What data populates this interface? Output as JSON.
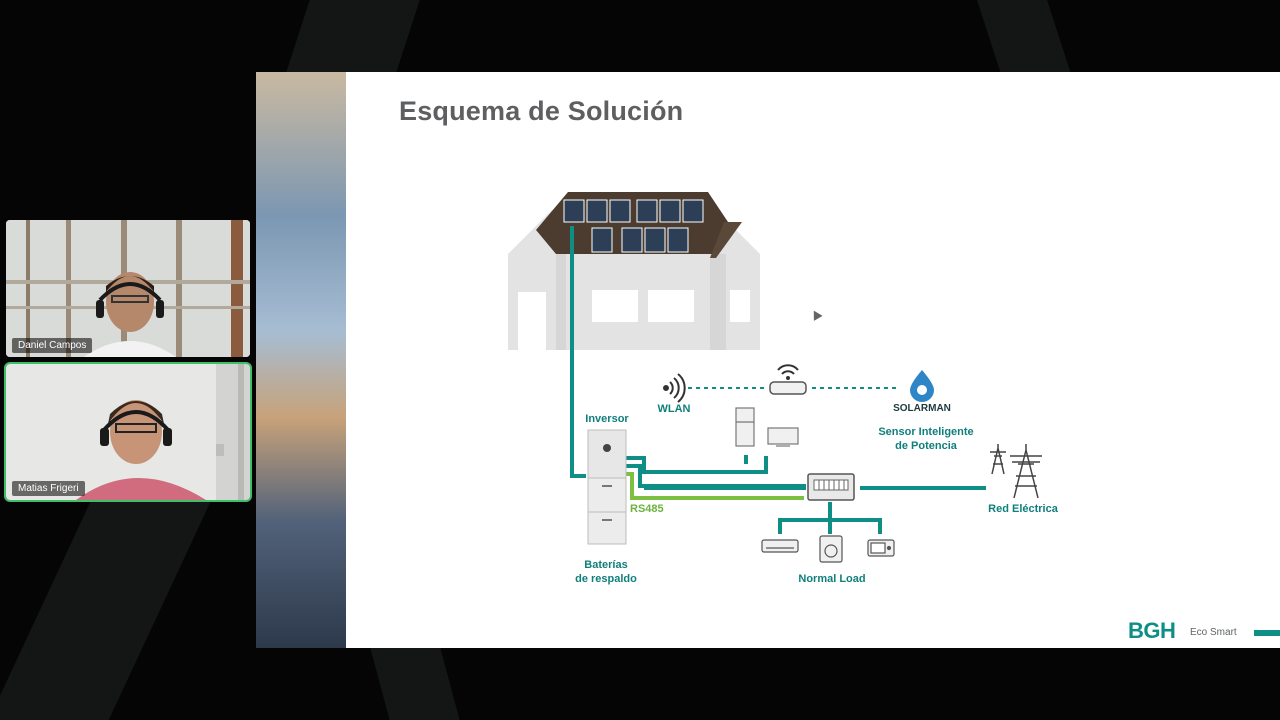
{
  "participants": [
    {
      "name": "Daniel Campos"
    },
    {
      "name": "Matias Frigeri"
    }
  ],
  "slide": {
    "title": "Esquema de Solución",
    "labels": {
      "inversor": "Inversor",
      "wlan": "WLAN",
      "solarman": "SOLARMAN",
      "sensor_line1": "Sensor Inteligente",
      "sensor_line2": "de Potencia",
      "rs485": "RS485",
      "baterias_line1": "Baterías",
      "baterias_line2": "de respaldo",
      "normal_load": "Normal Load",
      "red_electrica": "Red Eléctrica"
    },
    "brand": {
      "logo": "BGH",
      "sub": "Eco Smart"
    },
    "colors": {
      "teal": "#0f8e86",
      "green": "#7cc043",
      "house": "#e3e3e3"
    }
  }
}
